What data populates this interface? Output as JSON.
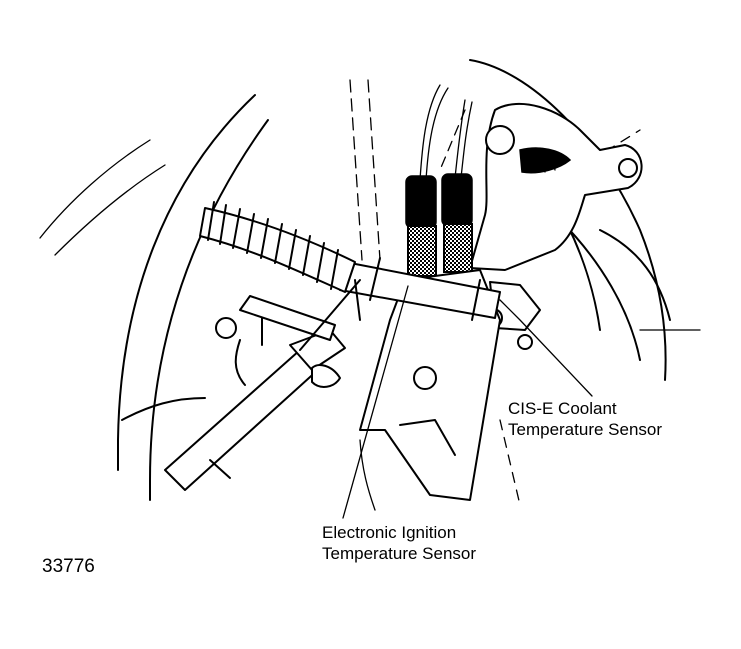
{
  "figure_number": "33776",
  "callouts": {
    "cis_e_coolant_sensor": {
      "line1": "CIS-E Coolant",
      "line2": "Temperature Sensor"
    },
    "electronic_ignition_sensor": {
      "line1": "Electronic Ignition",
      "line2": "Temperature Sensor"
    }
  },
  "colors": {
    "ink": "#000000",
    "paper": "#ffffff"
  }
}
